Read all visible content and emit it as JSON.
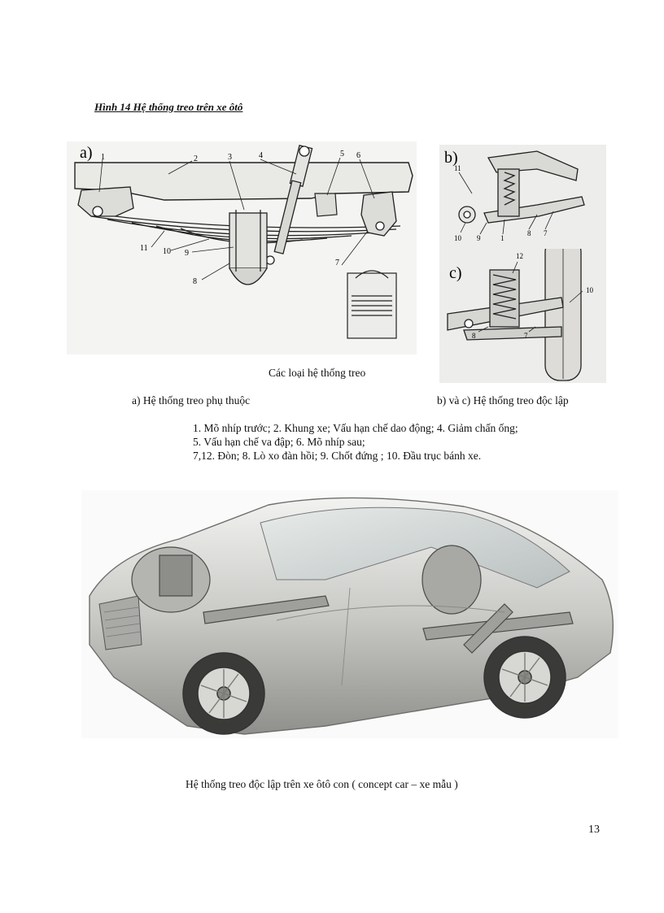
{
  "figure_title": "Hình  14 Hệ thống treo trên xe ôtô",
  "diagram_a": {
    "panel_label": "a)",
    "callouts": [
      "1",
      "2",
      "3",
      "4",
      "5",
      "6",
      "7",
      "8",
      "9",
      "10",
      "11"
    ]
  },
  "diagram_b": {
    "panel_label": "b)",
    "callouts": [
      "11",
      "10",
      "9",
      "1",
      "8",
      "7"
    ]
  },
  "diagram_c": {
    "panel_label": "c)",
    "callouts": [
      "12",
      "10",
      "8",
      "7"
    ]
  },
  "caption_main": "Các loại hệ thống treo",
  "caption_a": "a) Hệ thống treo phụ thuộc",
  "caption_bc": "b) và c) Hệ thống treo độc lập",
  "legend": [
    "1. Mõ nhíp trước; 2. Khung xe;   Vấu hạn chế dao động; 4. Giảm chấn ống;",
    "5. Vấu hạn chế va đập; 6. Mõ nhíp sau;",
    "7,12. Đòn; 8. Lò xo đàn hồi; 9. Chốt đứng ; 10. Đầu trục bánh xe."
  ],
  "car_caption": "Hệ thống treo độc lập trên xe ôtô con ( concept car – xe mẫu )",
  "page_number": "13"
}
